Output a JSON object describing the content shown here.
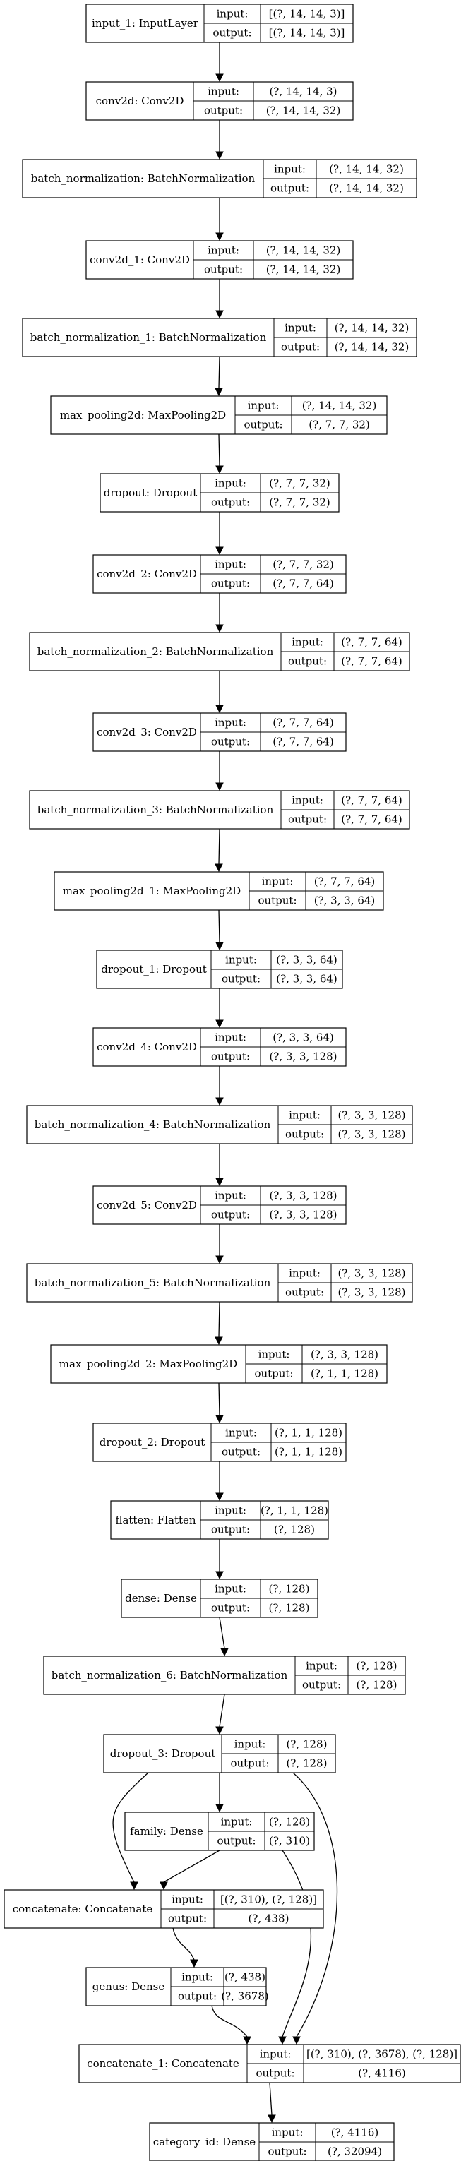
{
  "port_labels": {
    "input": "input:",
    "output": "output:"
  },
  "nodes": [
    {
      "id": "input_1",
      "label": "input_1: InputLayer",
      "input": "[(?, 14, 14, 3)]",
      "output": "[(?, 14, 14, 3)]"
    },
    {
      "id": "conv2d",
      "label": "conv2d: Conv2D",
      "input": "(?, 14, 14, 3)",
      "output": "(?, 14, 14, 32)"
    },
    {
      "id": "batch_normalization",
      "label": "batch_normalization: BatchNormalization",
      "input": "(?, 14, 14, 32)",
      "output": "(?, 14, 14, 32)"
    },
    {
      "id": "conv2d_1",
      "label": "conv2d_1: Conv2D",
      "input": "(?, 14, 14, 32)",
      "output": "(?, 14, 14, 32)"
    },
    {
      "id": "batch_normalization_1",
      "label": "batch_normalization_1: BatchNormalization",
      "input": "(?, 14, 14, 32)",
      "output": "(?, 14, 14, 32)"
    },
    {
      "id": "max_pooling2d",
      "label": "max_pooling2d: MaxPooling2D",
      "input": "(?, 14, 14, 32)",
      "output": "(?, 7, 7, 32)"
    },
    {
      "id": "dropout",
      "label": "dropout: Dropout",
      "input": "(?, 7, 7, 32)",
      "output": "(?, 7, 7, 32)"
    },
    {
      "id": "conv2d_2",
      "label": "conv2d_2: Conv2D",
      "input": "(?, 7, 7, 32)",
      "output": "(?, 7, 7, 64)"
    },
    {
      "id": "batch_normalization_2",
      "label": "batch_normalization_2: BatchNormalization",
      "input": "(?, 7, 7, 64)",
      "output": "(?, 7, 7, 64)"
    },
    {
      "id": "conv2d_3",
      "label": "conv2d_3: Conv2D",
      "input": "(?, 7, 7, 64)",
      "output": "(?, 7, 7, 64)"
    },
    {
      "id": "batch_normalization_3",
      "label": "batch_normalization_3: BatchNormalization",
      "input": "(?, 7, 7, 64)",
      "output": "(?, 7, 7, 64)"
    },
    {
      "id": "max_pooling2d_1",
      "label": "max_pooling2d_1: MaxPooling2D",
      "input": "(?, 7, 7, 64)",
      "output": "(?, 3, 3, 64)"
    },
    {
      "id": "dropout_1",
      "label": "dropout_1: Dropout",
      "input": "(?, 3, 3, 64)",
      "output": "(?, 3, 3, 64)"
    },
    {
      "id": "conv2d_4",
      "label": "conv2d_4: Conv2D",
      "input": "(?, 3, 3, 64)",
      "output": "(?, 3, 3, 128)"
    },
    {
      "id": "batch_normalization_4",
      "label": "batch_normalization_4: BatchNormalization",
      "input": "(?, 3, 3, 128)",
      "output": "(?, 3, 3, 128)"
    },
    {
      "id": "conv2d_5",
      "label": "conv2d_5: Conv2D",
      "input": "(?, 3, 3, 128)",
      "output": "(?, 3, 3, 128)"
    },
    {
      "id": "batch_normalization_5",
      "label": "batch_normalization_5: BatchNormalization",
      "input": "(?, 3, 3, 128)",
      "output": "(?, 3, 3, 128)"
    },
    {
      "id": "max_pooling2d_2",
      "label": "max_pooling2d_2: MaxPooling2D",
      "input": "(?, 3, 3, 128)",
      "output": "(?, 1, 1, 128)"
    },
    {
      "id": "dropout_2",
      "label": "dropout_2: Dropout",
      "input": "(?, 1, 1, 128)",
      "output": "(?, 1, 1, 128)"
    },
    {
      "id": "flatten",
      "label": "flatten: Flatten",
      "input": "(?, 1, 1, 128)",
      "output": "(?, 128)"
    },
    {
      "id": "dense",
      "label": "dense: Dense",
      "input": "(?, 128)",
      "output": "(?, 128)"
    },
    {
      "id": "batch_normalization_6",
      "label": "batch_normalization_6: BatchNormalization",
      "input": "(?, 128)",
      "output": "(?, 128)"
    },
    {
      "id": "dropout_3",
      "label": "dropout_3: Dropout",
      "input": "(?, 128)",
      "output": "(?, 128)"
    },
    {
      "id": "family",
      "label": "family: Dense",
      "input": "(?, 128)",
      "output": "(?, 310)"
    },
    {
      "id": "concatenate",
      "label": "concatenate: Concatenate",
      "input": "[(?, 310), (?, 128)]",
      "output": "(?, 438)"
    },
    {
      "id": "genus",
      "label": "genus: Dense",
      "input": "(?, 438)",
      "output": "(?, 3678)"
    },
    {
      "id": "concatenate_1",
      "label": "concatenate_1: Concatenate",
      "input": "[(?, 310), (?, 3678), (?, 128)]",
      "output": "(?, 4116)"
    },
    {
      "id": "category_id",
      "label": "category_id: Dense",
      "input": "(?, 4116)",
      "output": "(?, 32094)"
    }
  ],
  "edges": [
    [
      "input_1",
      "conv2d"
    ],
    [
      "conv2d",
      "batch_normalization"
    ],
    [
      "batch_normalization",
      "conv2d_1"
    ],
    [
      "conv2d_1",
      "batch_normalization_1"
    ],
    [
      "batch_normalization_1",
      "max_pooling2d"
    ],
    [
      "max_pooling2d",
      "dropout"
    ],
    [
      "dropout",
      "conv2d_2"
    ],
    [
      "conv2d_2",
      "batch_normalization_2"
    ],
    [
      "batch_normalization_2",
      "conv2d_3"
    ],
    [
      "conv2d_3",
      "batch_normalization_3"
    ],
    [
      "batch_normalization_3",
      "max_pooling2d_1"
    ],
    [
      "max_pooling2d_1",
      "dropout_1"
    ],
    [
      "dropout_1",
      "conv2d_4"
    ],
    [
      "conv2d_4",
      "batch_normalization_4"
    ],
    [
      "batch_normalization_4",
      "conv2d_5"
    ],
    [
      "conv2d_5",
      "batch_normalization_5"
    ],
    [
      "batch_normalization_5",
      "max_pooling2d_2"
    ],
    [
      "max_pooling2d_2",
      "dropout_2"
    ],
    [
      "dropout_2",
      "flatten"
    ],
    [
      "flatten",
      "dense"
    ],
    [
      "dense",
      "batch_normalization_6"
    ],
    [
      "batch_normalization_6",
      "dropout_3"
    ],
    [
      "dropout_3",
      "family"
    ],
    [
      "dropout_3",
      "concatenate"
    ],
    [
      "dropout_3",
      "concatenate_1"
    ],
    [
      "family",
      "concatenate"
    ],
    [
      "family",
      "concatenate_1"
    ],
    [
      "concatenate",
      "genus"
    ],
    [
      "genus",
      "concatenate_1"
    ],
    [
      "concatenate_1",
      "category_id"
    ]
  ]
}
